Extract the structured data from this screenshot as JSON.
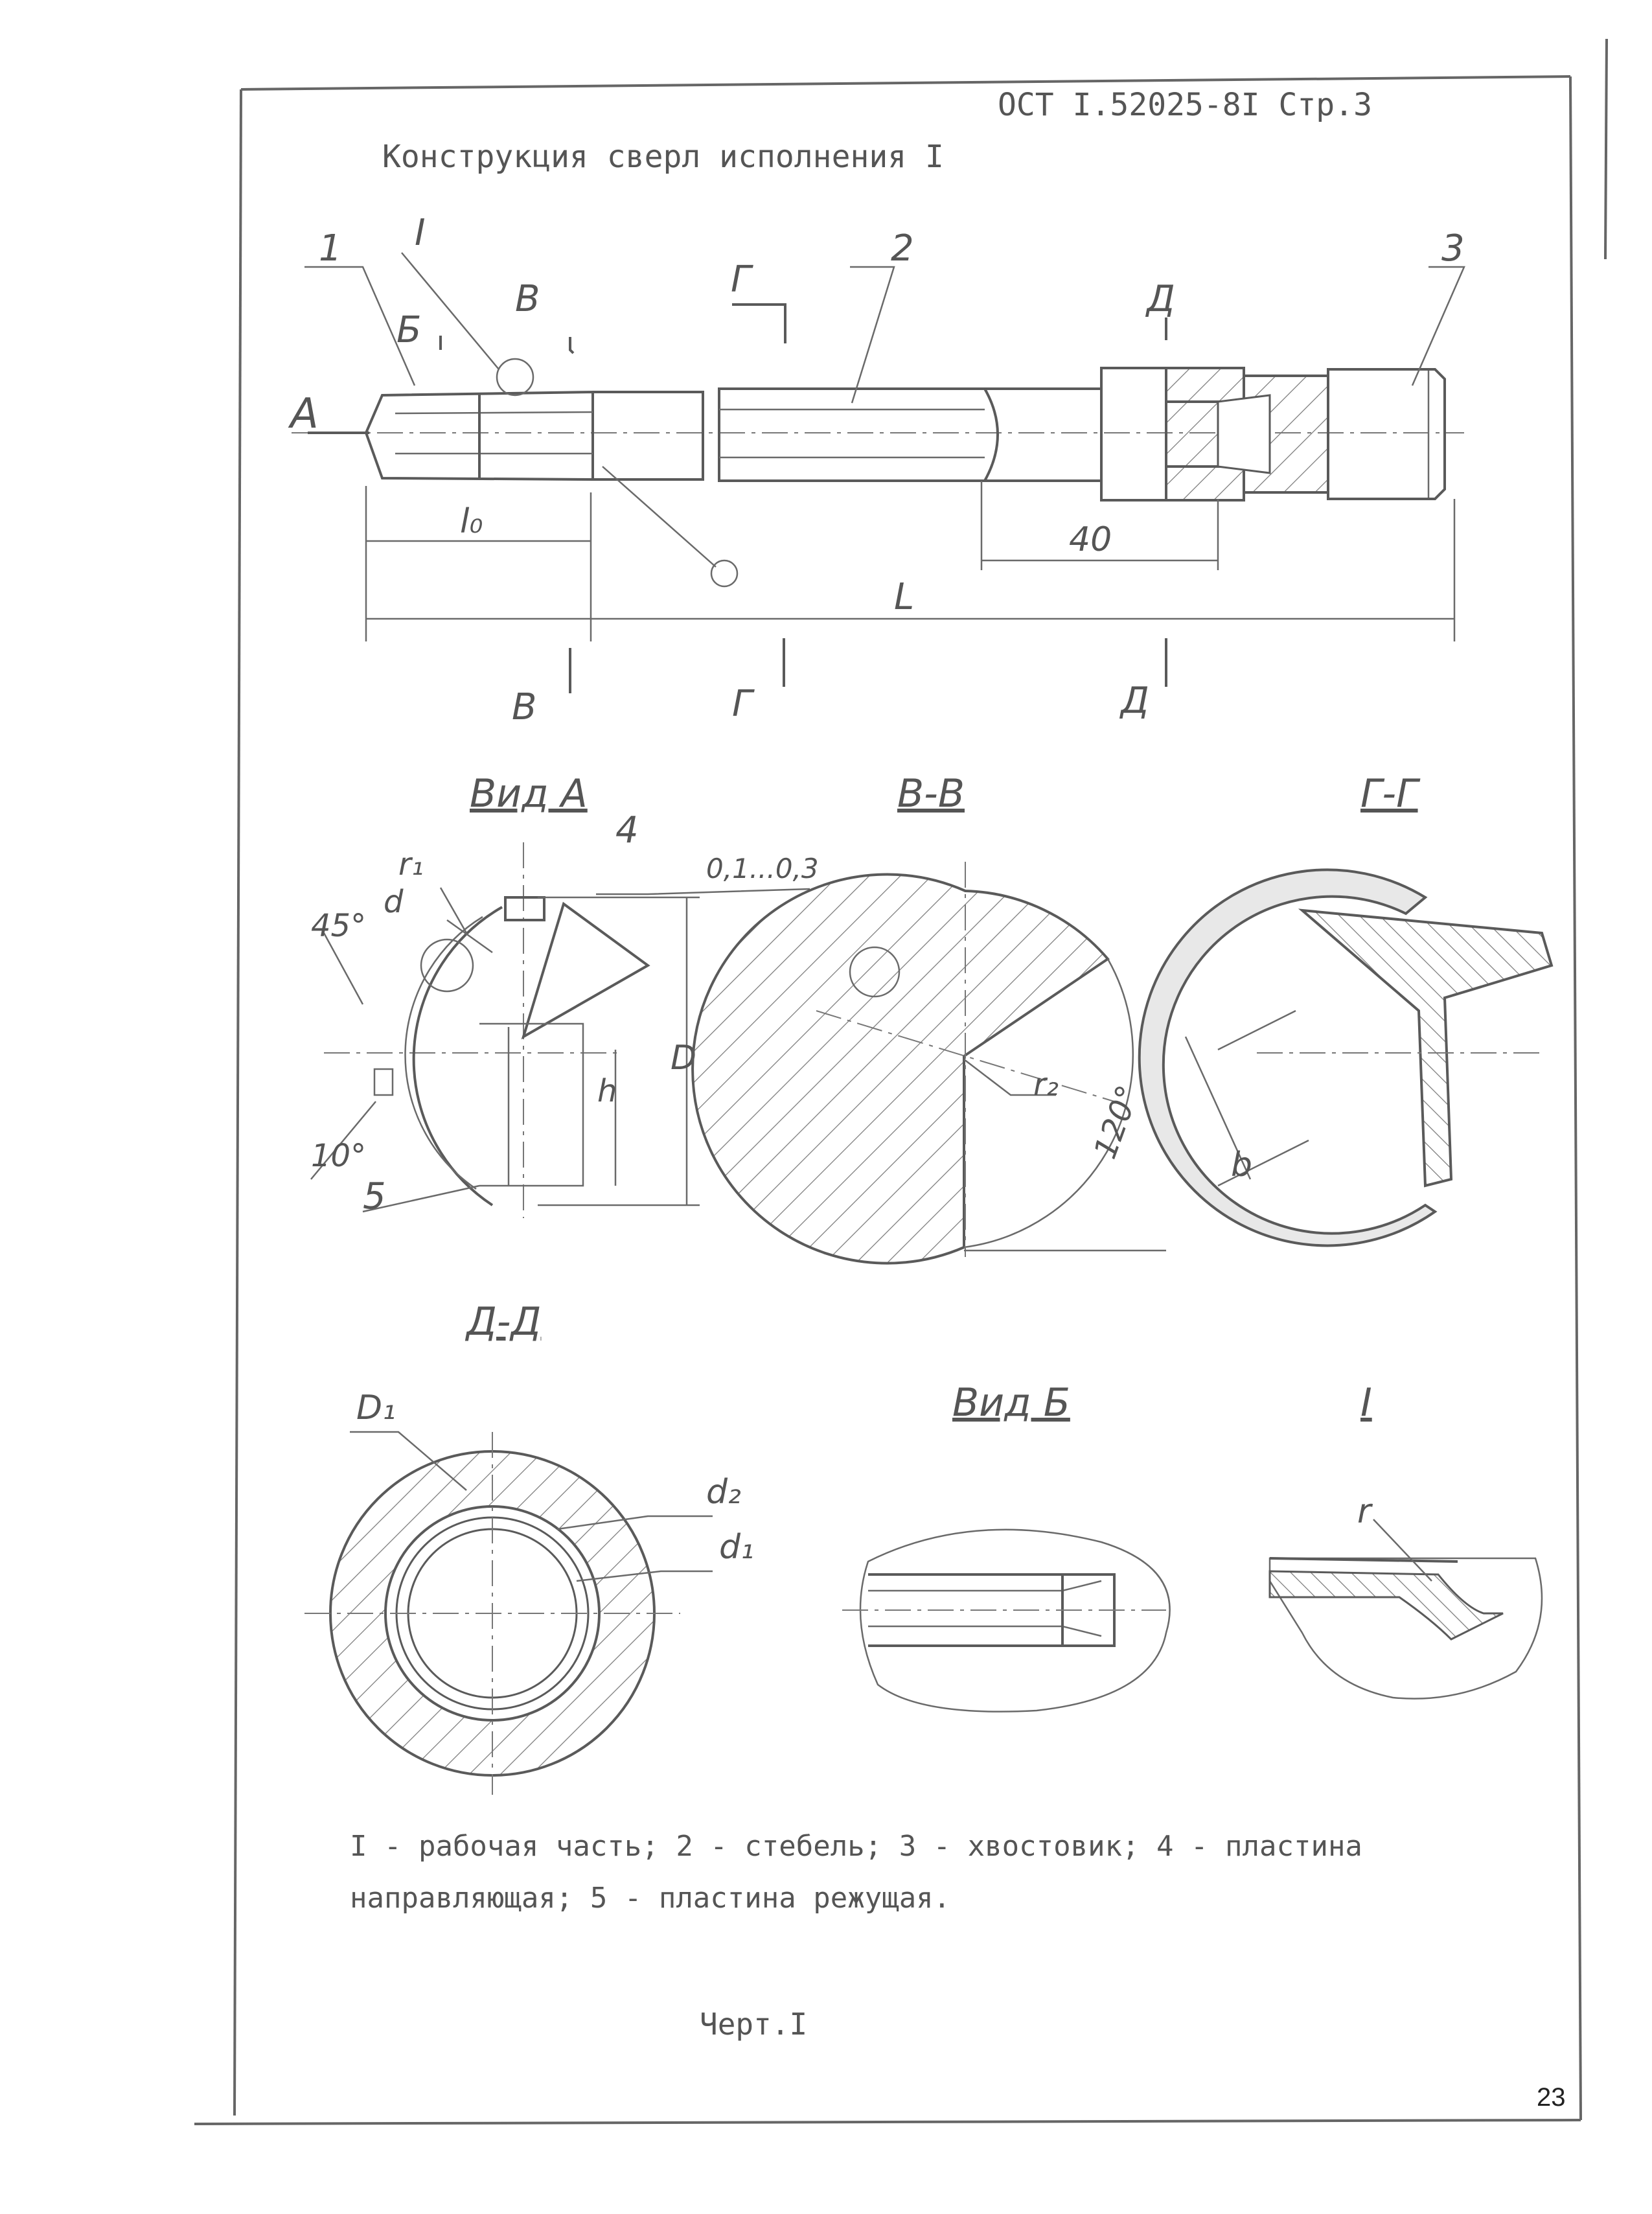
{
  "header": {
    "doc_code": "ОСТ I.52025-8I  Стр.3",
    "title": "Конструкция сверл исполнения I"
  },
  "main_view": {
    "callouts": [
      "1",
      "2",
      "3",
      "I"
    ],
    "view_marks": [
      "А",
      "Б",
      "В",
      "Г",
      "Д"
    ],
    "dims": {
      "l0": "l₀",
      "d40": "40",
      "L": "L"
    }
  },
  "views": {
    "vid_a": {
      "title": "Вид А",
      "labels": {
        "r1": "r₁",
        "d": "d",
        "a45": "45°",
        "a10": "10°",
        "four": "4",
        "five": "5",
        "gap": "0,1...0,3",
        "D": "D",
        "h": "h"
      }
    },
    "vv": {
      "title": "В-В",
      "labels": {
        "r2": "r₂",
        "a120": "120°"
      }
    },
    "gg": {
      "title": "Г-Г",
      "labels": {
        "b": "b"
      }
    },
    "dd": {
      "title": "Д-Д",
      "labels": {
        "D1": "D₁",
        "d2": "d₂",
        "d1": "d₁"
      }
    },
    "vid_b": {
      "title": "Вид Б"
    },
    "det_i": {
      "title": "I",
      "labels": {
        "r": "r"
      }
    }
  },
  "legend": {
    "line1": "I - рабочая часть; 2 - стебель; 3 - хвостовик; 4 - пластина",
    "line2": "направляющая; 5 - пластина режущая."
  },
  "figure_label": "Черт.I",
  "page_number": "23"
}
